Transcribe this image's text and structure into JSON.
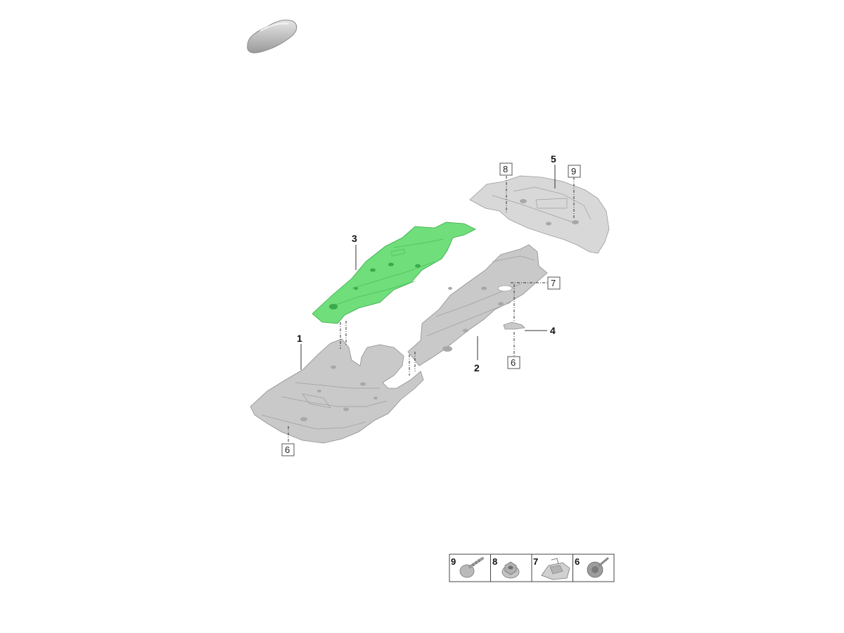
{
  "callouts": {
    "p1": "1",
    "p2": "2",
    "p3": "3",
    "p4": "4",
    "p5": "5"
  },
  "boxed_refs": {
    "r8_top": "8",
    "r9_top": "9",
    "r7": "7",
    "r6_mid": "6",
    "r6_bottom": "6"
  },
  "legend": {
    "items": [
      {
        "num": "9",
        "icon": "self-tapping-screw-icon"
      },
      {
        "num": "8",
        "icon": "flange-nut-icon"
      },
      {
        "num": "7",
        "icon": "spring-clip-icon"
      },
      {
        "num": "6",
        "icon": "push-rivet-icon"
      }
    ]
  },
  "colors": {
    "highlight": "#6fde7b",
    "part": "#c9c9c9"
  }
}
